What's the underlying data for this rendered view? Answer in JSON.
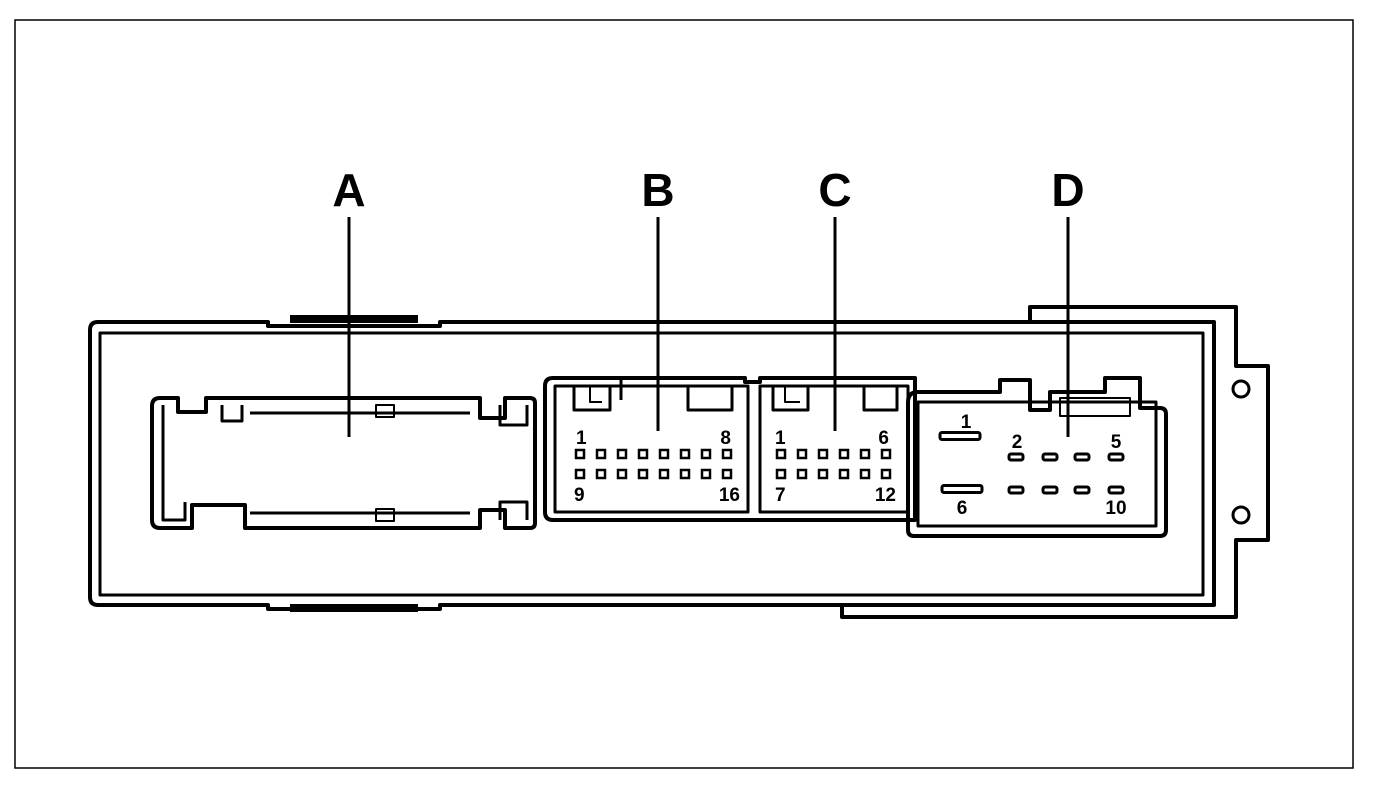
{
  "diagram": {
    "colors": {
      "line": "#000000",
      "background": "#ffffff"
    },
    "connectors": [
      {
        "id": "A",
        "letter": "A"
      },
      {
        "id": "B",
        "letter": "B",
        "pin_labels": [
          "1",
          "8",
          "9",
          "16"
        ]
      },
      {
        "id": "C",
        "letter": "C",
        "pin_labels": [
          "1",
          "6",
          "7",
          "12"
        ]
      },
      {
        "id": "D",
        "letter": "D",
        "pin_labels": [
          "1",
          "2",
          "5",
          "6",
          "10"
        ]
      }
    ]
  }
}
